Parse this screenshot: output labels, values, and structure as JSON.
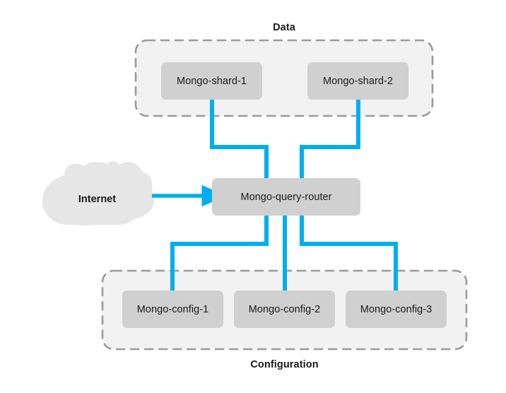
{
  "diagram": {
    "title_top": "Data",
    "title_bottom": "Configuration",
    "colors": {
      "link": "#00AEEF",
      "node_fill": "#d0d0d0",
      "group_fill": "#f2f2f2",
      "group_border": "#9a9a9a",
      "cloud_fill": "#e6e6e6",
      "text": "#1a1a1a",
      "background": "#ffffff"
    },
    "groups": [
      {
        "name": "data-group",
        "label": "Data",
        "label_position": "top",
        "nodes": [
          {
            "name": "mongo-shard-1",
            "label": "Mongo-shard-1"
          },
          {
            "name": "mongo-shard-2",
            "label": "Mongo-shard-2"
          }
        ]
      },
      {
        "name": "configuration-group",
        "label": "Configuration",
        "label_position": "bottom",
        "nodes": [
          {
            "name": "mongo-config-1",
            "label": "Mongo-config-1"
          },
          {
            "name": "mongo-config-2",
            "label": "Mongo-config-2"
          },
          {
            "name": "mongo-config-3",
            "label": "Mongo-config-3"
          }
        ]
      }
    ],
    "router": {
      "name": "mongo-query-router",
      "label": "Mongo-query-router"
    },
    "cloud": {
      "name": "internet-cloud",
      "label": "Internet"
    },
    "connections": [
      {
        "from": "Internet",
        "to": "Mongo-query-router",
        "arrow": true
      },
      {
        "from": "Mongo-shard-1",
        "to": "Mongo-query-router",
        "arrow": false
      },
      {
        "from": "Mongo-shard-2",
        "to": "Mongo-query-router",
        "arrow": false
      },
      {
        "from": "Mongo-query-router",
        "to": "Mongo-config-1",
        "arrow": false
      },
      {
        "from": "Mongo-query-router",
        "to": "Mongo-config-2",
        "arrow": false
      },
      {
        "from": "Mongo-query-router",
        "to": "Mongo-config-3",
        "arrow": false
      }
    ]
  }
}
